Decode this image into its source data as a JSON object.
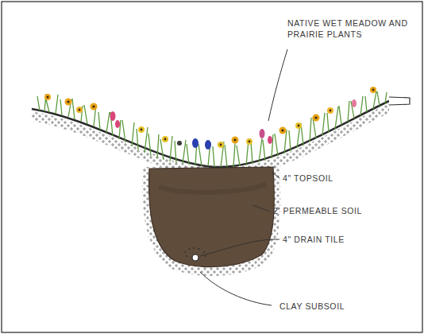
{
  "diagram": {
    "labels": [
      "NATIVE WET MEADOW AND PRAIRIE PLANTS",
      "4\" TOPSOIL",
      "2' PERMEABLE SOIL",
      "4\" DRAIN TILE",
      "CLAY SUBSOIL"
    ]
  }
}
